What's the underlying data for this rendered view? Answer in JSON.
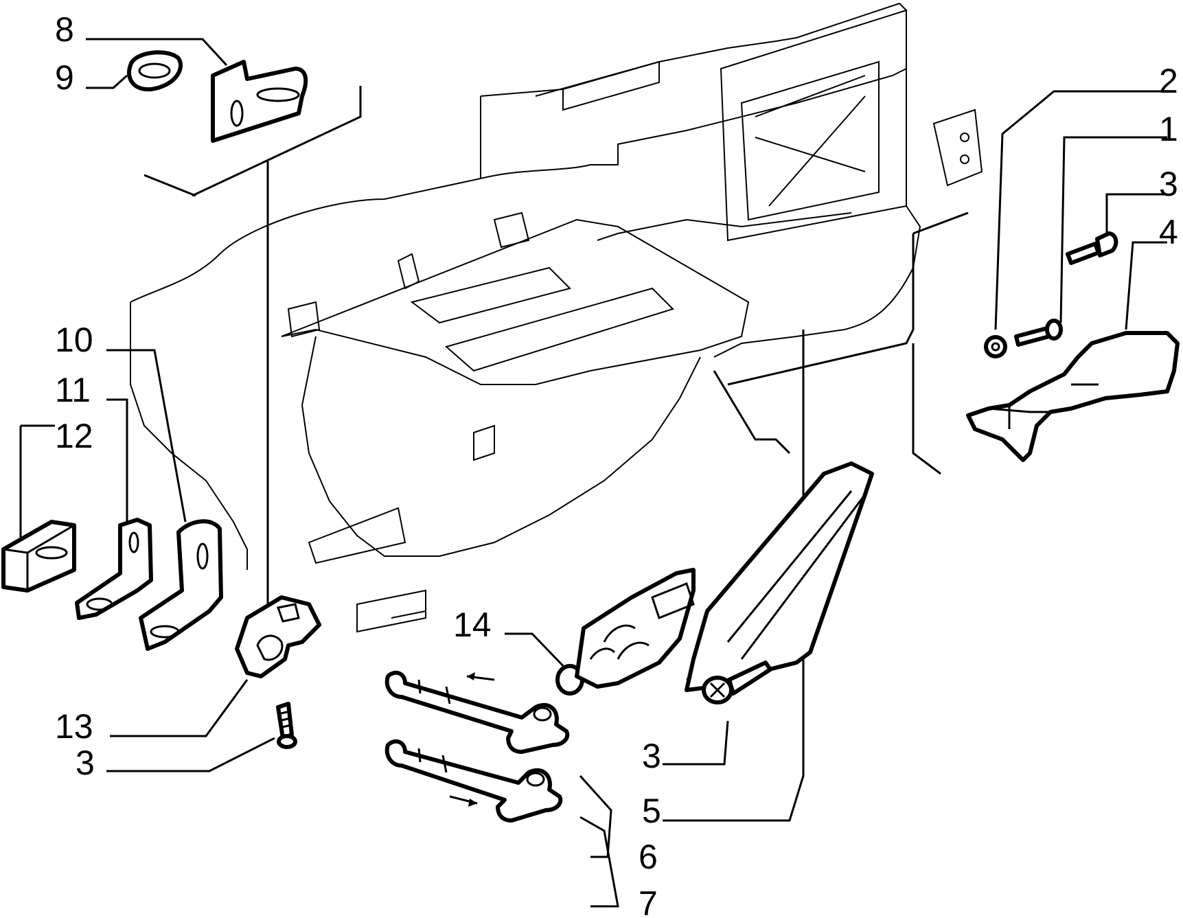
{
  "labels": {
    "l1": "1",
    "l2": "2",
    "l3_top": "3",
    "l4": "4",
    "l5": "5",
    "l6": "6",
    "l7": "7",
    "l8": "8",
    "l9": "9",
    "l10": "10",
    "l11": "11",
    "l12": "12",
    "l13": "13",
    "l14": "14",
    "l3_mid": "3",
    "l3_low": "3"
  }
}
